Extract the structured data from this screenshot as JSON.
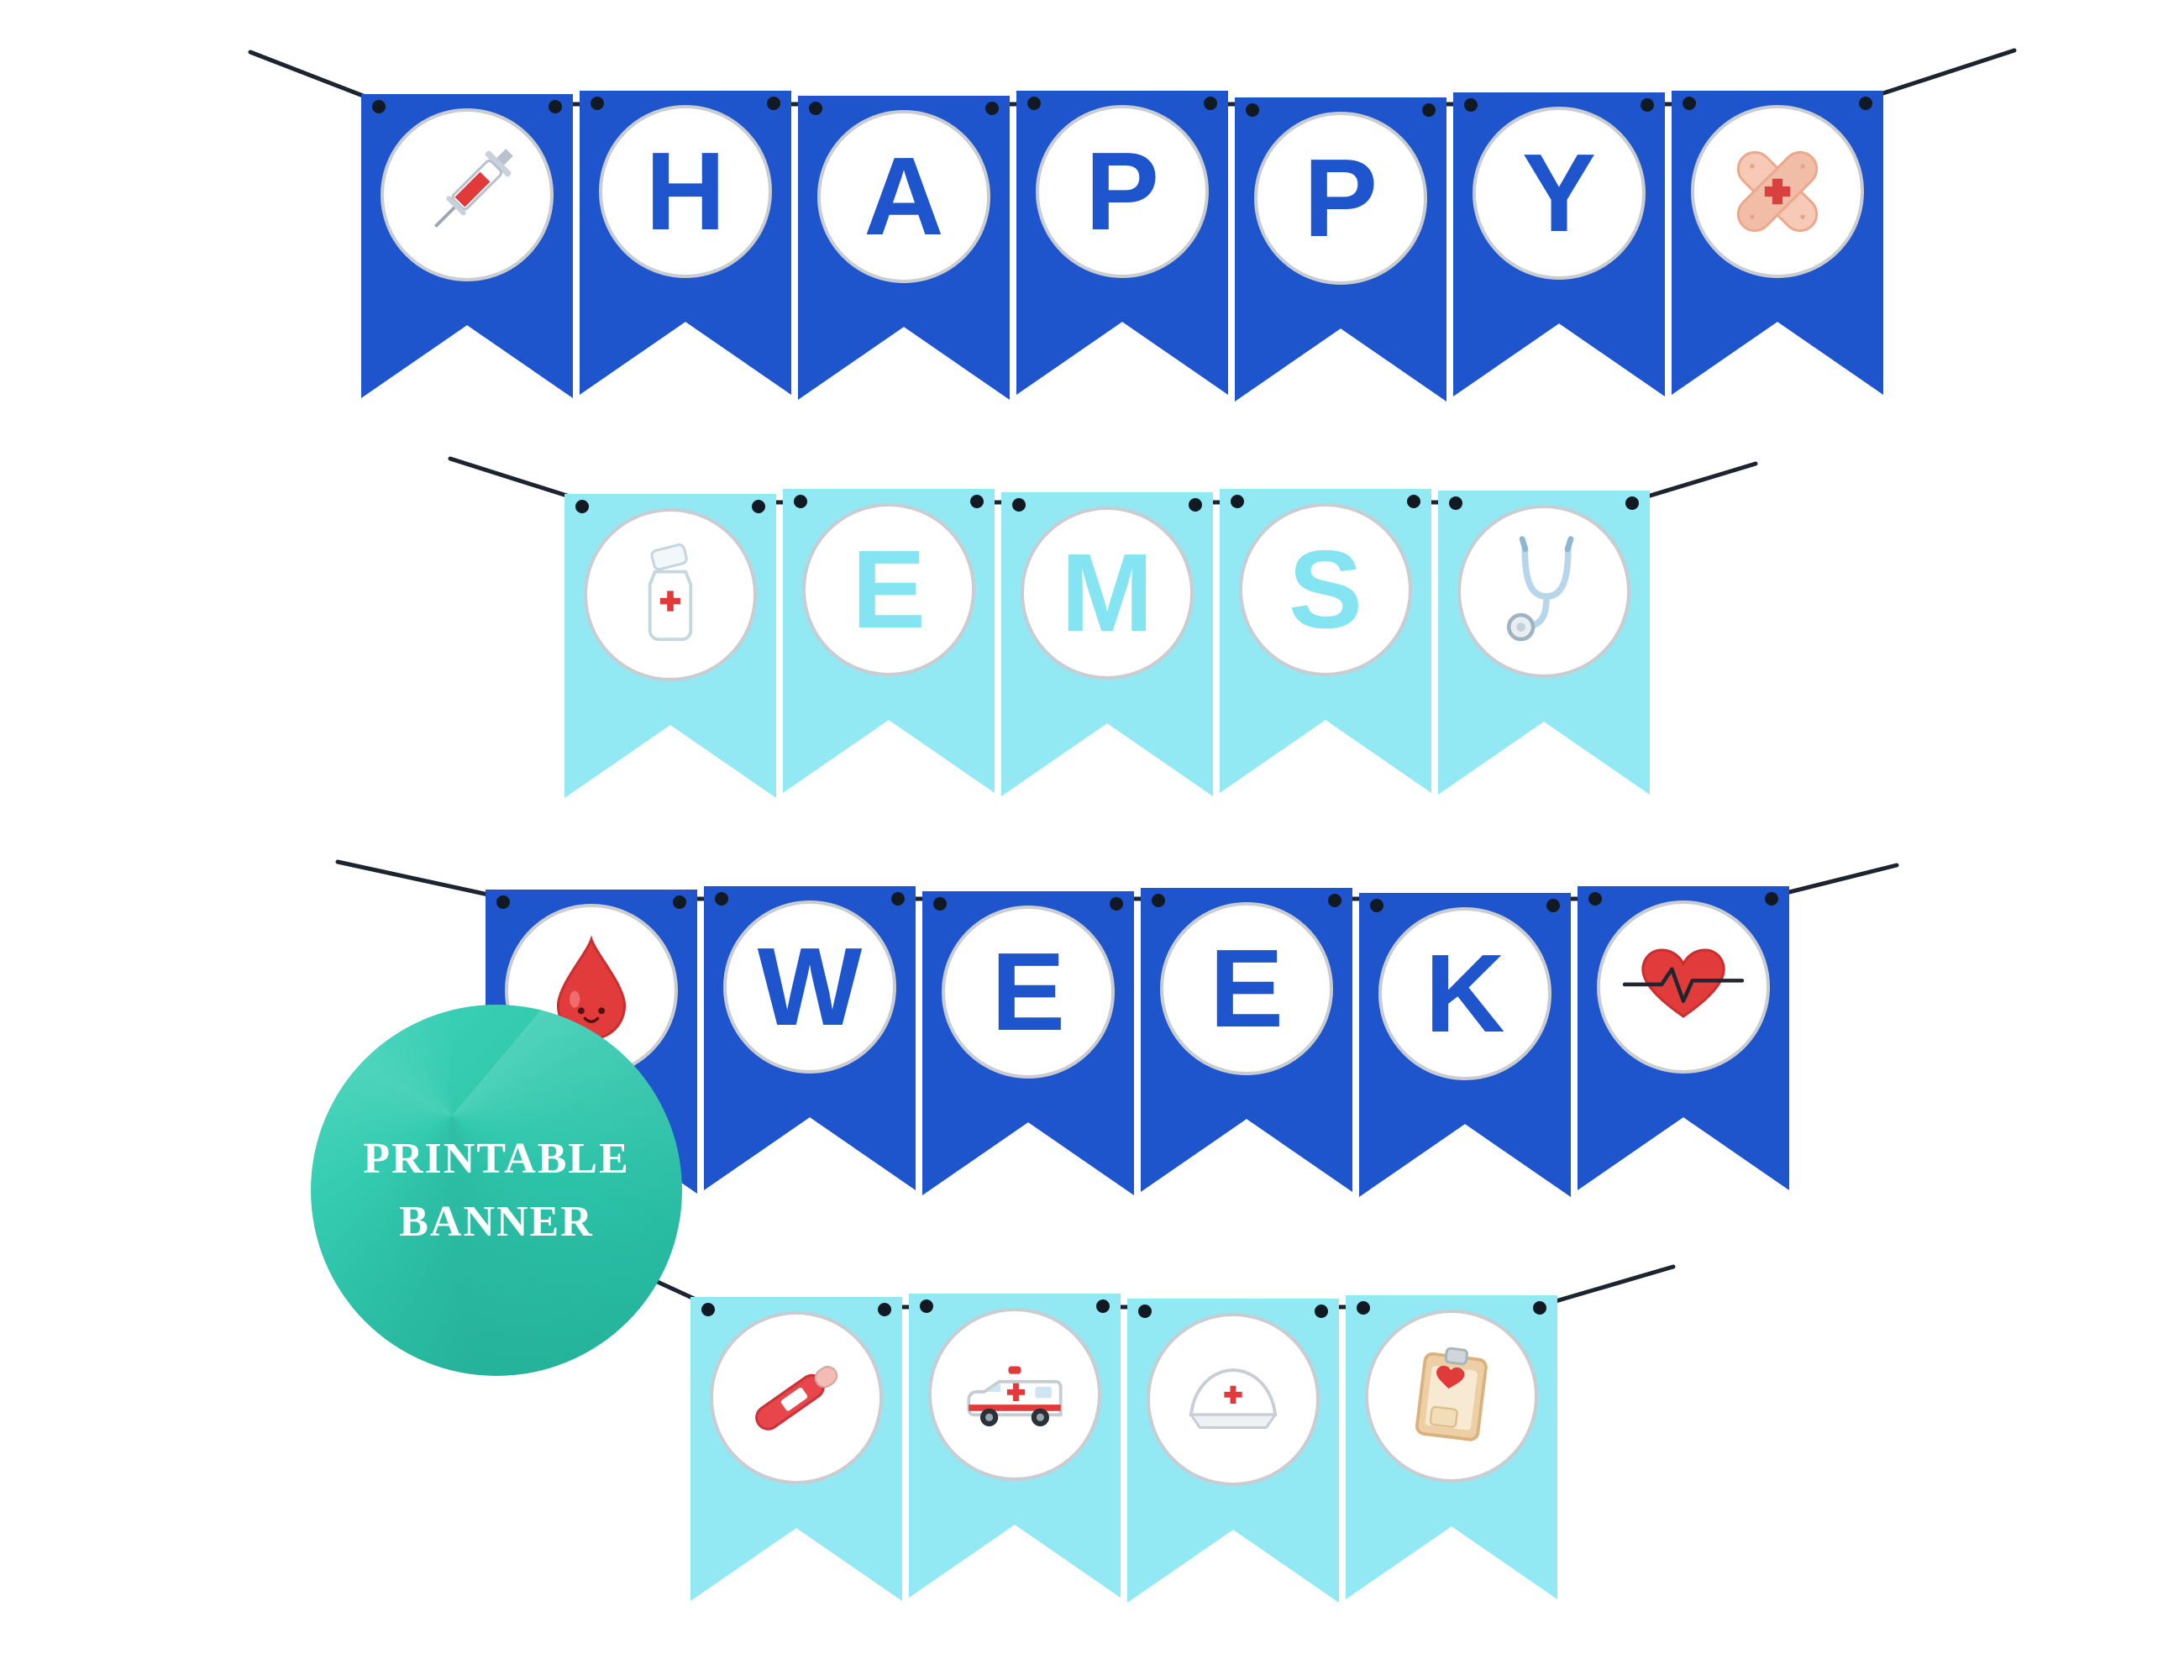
{
  "page": {
    "title": "Happy EMS Week printable bunting banner",
    "background": "#ffffff"
  },
  "badge": {
    "line1": "PRINTABLE",
    "line2": "BANNER",
    "color": "#2fc7ad",
    "text_color": "#ffffff"
  },
  "colors": {
    "dark_flag": "#1e55cd",
    "light_flag": "#92e8f3",
    "dark_letter": "#1e55cd",
    "light_letter": "#85e4f1",
    "circle_bg": "#ffffff",
    "circle_border": "#c9cdd1",
    "string": "#1c2430",
    "grommet": "#111a22"
  },
  "rows": [
    {
      "word": "HAPPY",
      "theme": "dark",
      "flags": [
        {
          "type": "icon",
          "icon": "syringe-icon"
        },
        {
          "type": "letter",
          "label": "H"
        },
        {
          "type": "letter",
          "label": "A"
        },
        {
          "type": "letter",
          "label": "P"
        },
        {
          "type": "letter",
          "label": "P"
        },
        {
          "type": "letter",
          "label": "Y"
        },
        {
          "type": "icon",
          "icon": "crossed-bandage-icon"
        }
      ]
    },
    {
      "word": "EMS",
      "theme": "light",
      "flags": [
        {
          "type": "icon",
          "icon": "medicine-bottle-icon"
        },
        {
          "type": "letter",
          "label": "E"
        },
        {
          "type": "letter",
          "label": "M"
        },
        {
          "type": "letter",
          "label": "S"
        },
        {
          "type": "icon",
          "icon": "stethoscope-icon"
        }
      ]
    },
    {
      "word": "WEEK",
      "theme": "dark",
      "flags": [
        {
          "type": "icon",
          "icon": "blood-drop-icon"
        },
        {
          "type": "letter",
          "label": "W"
        },
        {
          "type": "letter",
          "label": "E"
        },
        {
          "type": "letter",
          "label": "E"
        },
        {
          "type": "letter",
          "label": "K"
        },
        {
          "type": "icon",
          "icon": "heart-ecg-icon"
        }
      ]
    },
    {
      "word": "",
      "theme": "light",
      "flags": [
        {
          "type": "icon",
          "icon": "thermometer-icon"
        },
        {
          "type": "icon",
          "icon": "ambulance-icon"
        },
        {
          "type": "icon",
          "icon": "nurse-cap-icon"
        },
        {
          "type": "icon",
          "icon": "clipboard-icon"
        }
      ]
    }
  ]
}
